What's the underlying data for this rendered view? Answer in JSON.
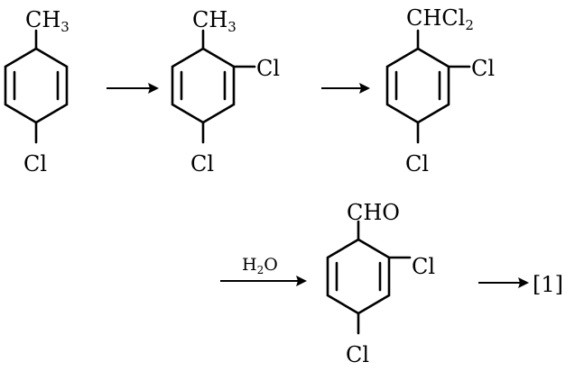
{
  "molecules": [
    {
      "substituent_top_main": "CH",
      "substituent_top_sub": "3",
      "substituent_bottom": "Cl"
    },
    {
      "substituent_top_main": "CH",
      "substituent_top_sub": "3",
      "substituent_right": "Cl",
      "substituent_bottom": "Cl"
    },
    {
      "substituent_top_main": "CHCl",
      "substituent_top_sub": "2",
      "substituent_right": "Cl",
      "substituent_bottom": "Cl"
    },
    {
      "substituent_top": "CHO",
      "substituent_right": "Cl",
      "substituent_bottom": "Cl"
    }
  ],
  "arrows": [
    {
      "condition": ""
    },
    {
      "condition": ""
    },
    {
      "condition_main": "H",
      "condition_sub": "2",
      "condition_tail": "O"
    },
    {
      "condition": ""
    }
  ],
  "final_product": "[1]"
}
